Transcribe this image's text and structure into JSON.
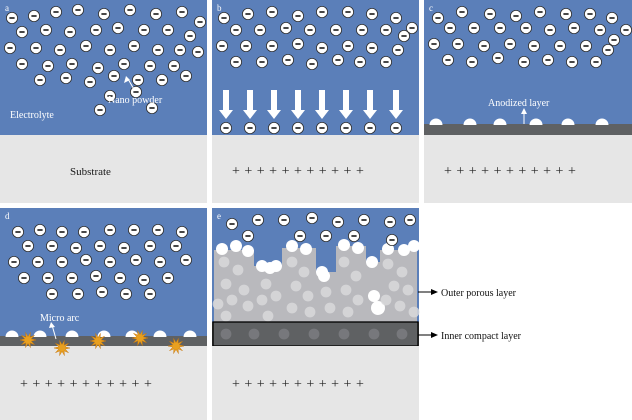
{
  "figure": {
    "panels": [
      {
        "letter": "a",
        "electrolyte_label": "Electrolyte",
        "powder_label": "Nano powder",
        "substrate_label": "Substrate"
      },
      {
        "letter": "b",
        "plus_signs": "+ + + + + + + + + + +"
      },
      {
        "letter": "c",
        "layer_label": "Anodized layer",
        "plus_signs": "+ + + + + + + + + + +"
      },
      {
        "letter": "d",
        "arc_label": "Micro arc",
        "plus_signs": "+ + + + + + + + + + +"
      },
      {
        "letter": "e",
        "outer_label": "Outer porous layer",
        "inner_label": "Inner compact layer",
        "plus_signs": "+ + + + + + + + + + +"
      }
    ],
    "particle_symbol": "−",
    "colors": {
      "electrolyte": "#5b7fb9",
      "substrate": "#e6e6e6",
      "oxide": "#5f6163",
      "particle_rim": "#2f2f2f",
      "spark": "#e8a020",
      "porous": "#b9b9bd"
    }
  }
}
